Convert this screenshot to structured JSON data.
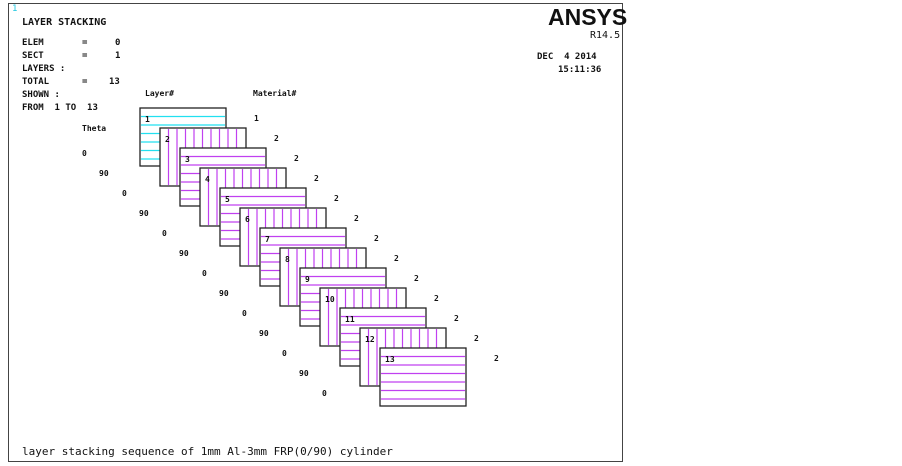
{
  "window_number": "1",
  "title": "LAYER STACKING",
  "info": {
    "elem_label": "ELEM",
    "elem_value": "0",
    "sect_label": "SECT",
    "sect_value": "1",
    "layers_label": "LAYERS :",
    "total_label": "TOTAL",
    "total_value": "13",
    "shown_label": "SHOWN :",
    "from_line": "FROM  1 TO  13",
    "eq": "="
  },
  "brand": {
    "logo": "ANSYS",
    "release": "R14.5"
  },
  "date": "DEC  4 2014",
  "time": "15:11:36",
  "headers": {
    "layer": "Layer#",
    "material": "Material#",
    "theta": "Theta"
  },
  "layers": [
    {
      "num": "1",
      "theta": "0",
      "material": "1"
    },
    {
      "num": "2",
      "theta": "90",
      "material": "2"
    },
    {
      "num": "3",
      "theta": "0",
      "material": "2"
    },
    {
      "num": "4",
      "theta": "90",
      "material": "2"
    },
    {
      "num": "5",
      "theta": "0",
      "material": "2"
    },
    {
      "num": "6",
      "theta": "90",
      "material": "2"
    },
    {
      "num": "7",
      "theta": "0",
      "material": "2"
    },
    {
      "num": "8",
      "theta": "90",
      "material": "2"
    },
    {
      "num": "9",
      "theta": "0",
      "material": "2"
    },
    {
      "num": "10",
      "theta": "90",
      "material": "2"
    },
    {
      "num": "11",
      "theta": "0",
      "material": "2"
    },
    {
      "num": "12",
      "theta": "90",
      "material": "2"
    },
    {
      "num": "13",
      "theta": "0",
      "material": "2"
    }
  ],
  "material_colors": {
    "1": "#22e0f0",
    "2": "#c040f0"
  },
  "caption": "layer stacking sequence of 1mm Al-3mm FRP(0/90) cylinder"
}
